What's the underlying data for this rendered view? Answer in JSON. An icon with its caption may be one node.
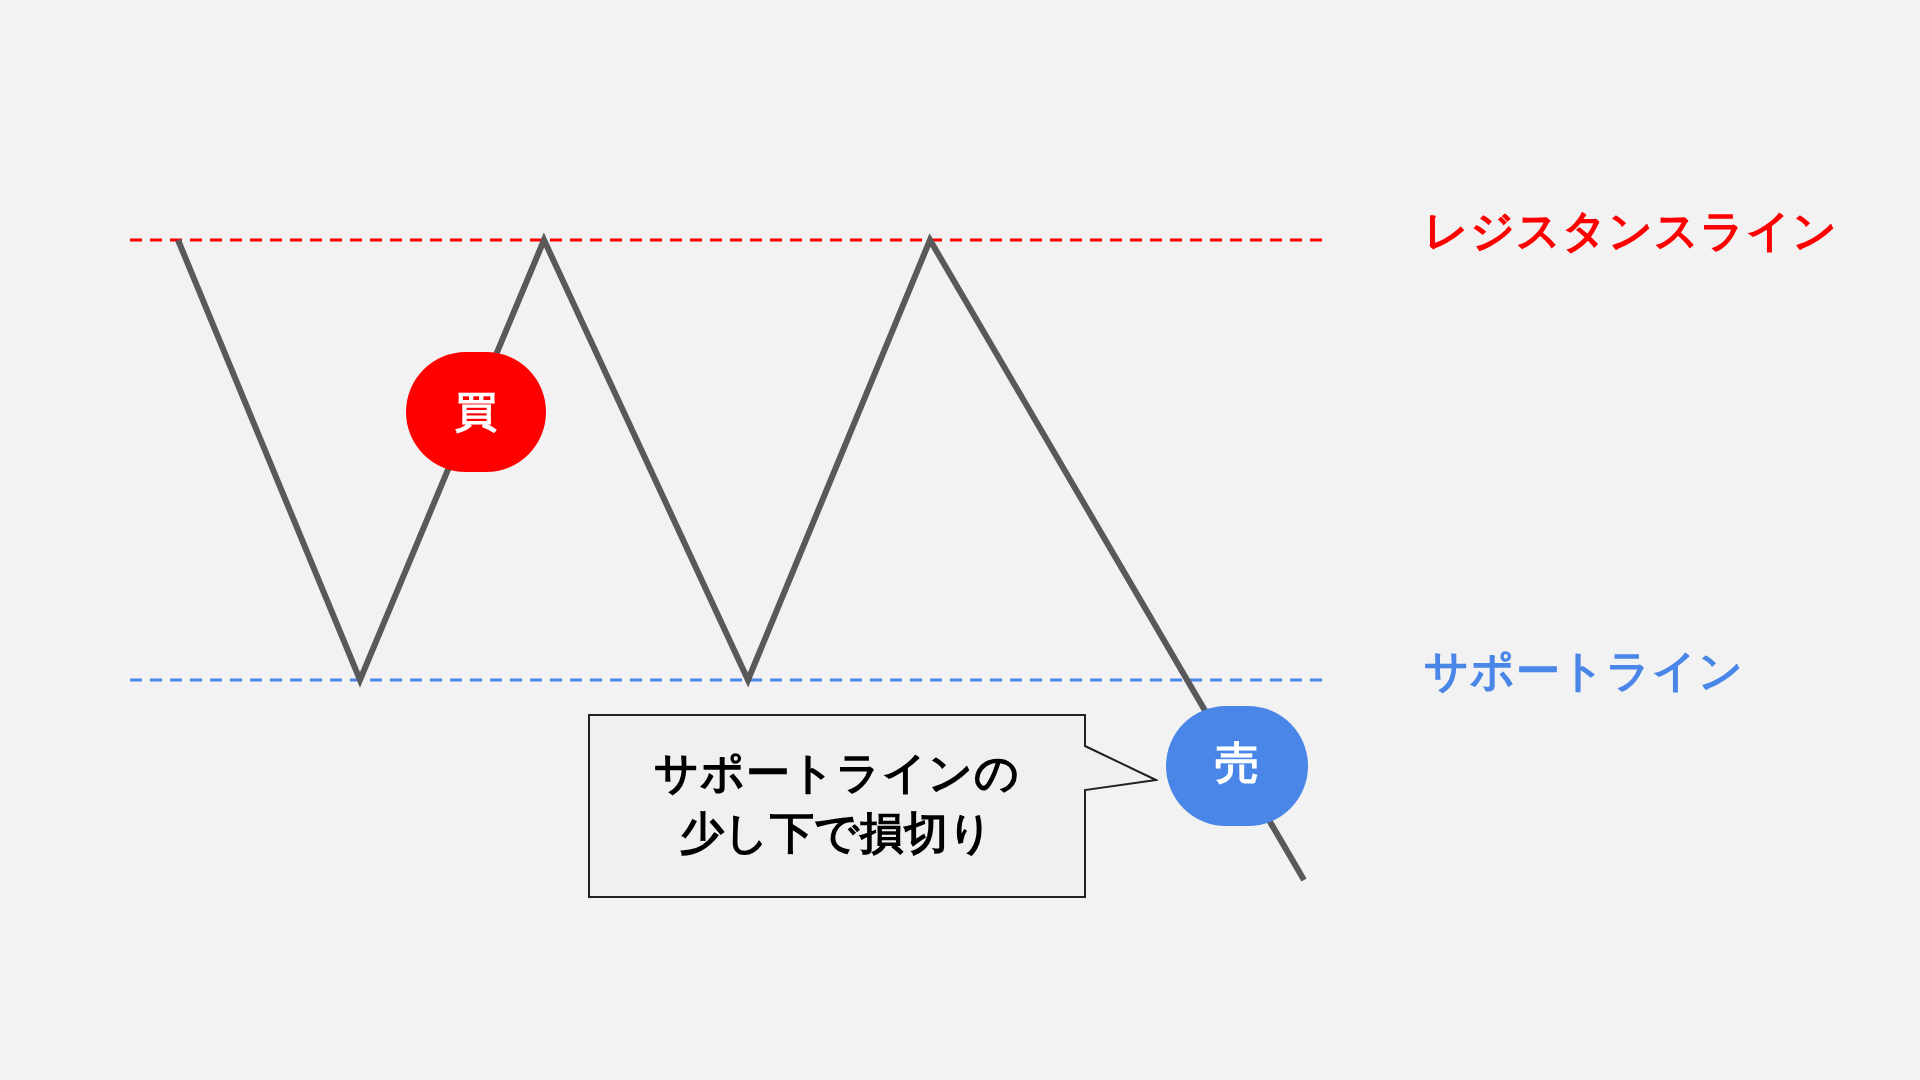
{
  "diagram": {
    "nodes": [
      {
        "text": [
          "買"
        ]
      },
      {
        "text": [
          "売"
        ]
      },
      {
        "text": [
          "サポートラインの少し下で損切り"
        ]
      }
    ],
    "labels": [
      "レジスタンスライン",
      "サポートライン"
    ]
  }
}
